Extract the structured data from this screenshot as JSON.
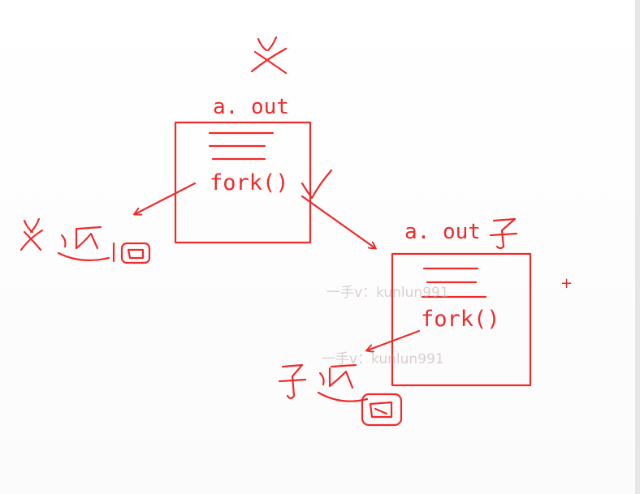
{
  "colors": {
    "ink": "#ee2b2b",
    "watermark": "#bfa9a9"
  },
  "parent": {
    "handwritten_label": "父",
    "process_label": "a. out",
    "call_label": "fork()",
    "returns_note": "父 返回"
  },
  "child": {
    "process_label": "a. out",
    "handwritten_label": "子",
    "call_label": "fork()",
    "returns_note": "子 返回"
  },
  "watermarks": [
    "一手v：kunlun991",
    "一手v：kunlun991"
  ],
  "cursor_glyph": "+"
}
